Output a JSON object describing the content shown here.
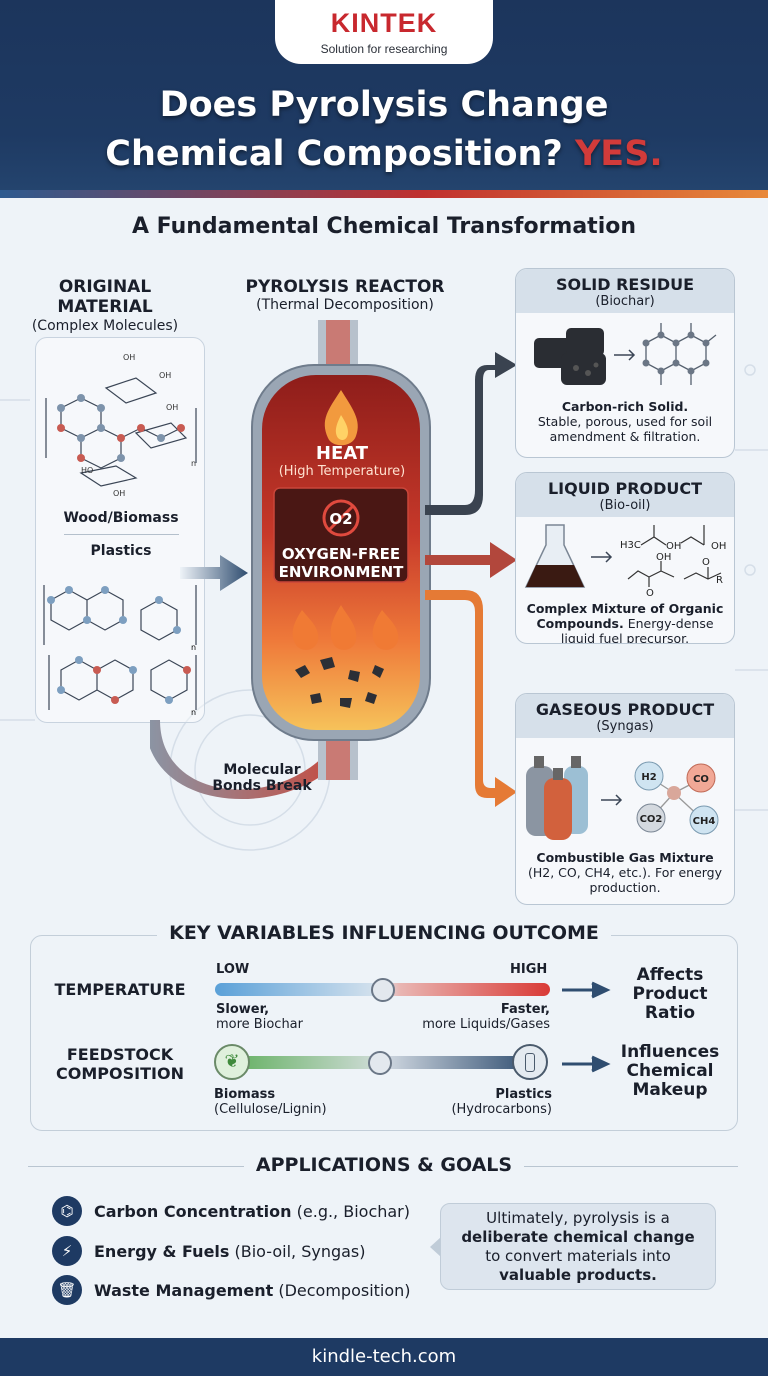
{
  "header": {
    "logo_name": "KINTEK",
    "logo_tagline": "Solution for researching",
    "title_line1": "Does Pyrolysis Change",
    "title_line2": "Chemical Composition?",
    "title_emphasis": "YES."
  },
  "subtitle": "A Fundamental Chemical Transformation",
  "original_material": {
    "title": "ORIGINAL MATERIAL",
    "subtitle": "(Complex Molecules)",
    "label_biomass": "Wood/Biomass",
    "label_plastics": "Plastics",
    "molecule_labels": [
      "OH",
      "OH",
      "OH",
      "OH",
      "HO",
      "n",
      "n",
      "n"
    ]
  },
  "reactor": {
    "title": "PYROLYSIS REACTOR",
    "subtitle": "(Thermal Decomposition)",
    "heat_label": "HEAT",
    "heat_sub": "(High Temperature)",
    "o2_symbol": "O2",
    "oxygen_line1": "OXYGEN-FREE",
    "oxygen_line2": "ENVIRONMENT",
    "bonds_label_line1": "Molecular",
    "bonds_label_line2": "Bonds Break"
  },
  "products": [
    {
      "title": "SOLID RESIDUE",
      "subtitle": "(Biochar)",
      "desc_bold": "Carbon-rich Solid.",
      "desc": "Stable, porous, used for soil amendment & filtration.",
      "arrow_color": "#3a4350"
    },
    {
      "title": "LIQUID PRODUCT",
      "subtitle": "(Bio-oil)",
      "desc_bold": "Complex Mixture of Organic Compounds.",
      "desc": "Energy-dense liquid fuel precursor.",
      "arrow_color": "#b2473c",
      "molecules": [
        "H3C",
        "OH",
        "OH",
        "OH",
        "O",
        "O",
        "R"
      ]
    },
    {
      "title": "GASEOUS PRODUCT",
      "subtitle": "(Syngas)",
      "desc_bold": "Combustible Gas Mixture",
      "desc": "(H2, CO, CH4, etc.). For energy production.",
      "arrow_color": "#e57a35",
      "gases": [
        "H2",
        "CO",
        "CO2",
        "CH4"
      ]
    }
  ],
  "key_variables": {
    "title": "KEY VARIABLES INFLUENCING OUTCOME",
    "temperature": {
      "label": "TEMPERATURE",
      "low": "LOW",
      "high": "HIGH",
      "left_bold": "Slower,",
      "left": "more Biochar",
      "right_bold": "Faster,",
      "right": "more Liquids/Gases",
      "knob_position": 0.5,
      "effect": "Affects Product Ratio"
    },
    "feedstock": {
      "label": "FEEDSTOCK COMPOSITION",
      "left_bold": "Biomass",
      "left": "(Cellulose/Lignin)",
      "right_bold": "Plastics",
      "right": "(Hydrocarbons)",
      "knob_position": 0.5,
      "effect": "Influences Chemical Makeup",
      "left_icon": "leaf-icon",
      "right_icon": "bottle-icon"
    }
  },
  "applications": {
    "title": "APPLICATIONS & GOALS",
    "items": [
      {
        "bold": "Carbon Concentration",
        "rest": "(e.g., Biochar)",
        "icon": "molecule-icon"
      },
      {
        "bold": "Energy & Fuels",
        "rest": "(Bio-oil, Syngas)",
        "icon": "lightning-icon"
      },
      {
        "bold": "Waste Management",
        "rest": "(Decomposition)",
        "icon": "recycle-bin-icon"
      }
    ],
    "callout": {
      "part1": "Ultimately, pyrolysis is a",
      "bold1": "deliberate chemical change",
      "part2": "to convert materials into",
      "bold2": "valuable products."
    }
  },
  "footer": {
    "url": "kindle-tech.com"
  },
  "colors": {
    "navy": "#1e3a63",
    "accent_red": "#d23b3a",
    "orange": "#e57a35"
  }
}
